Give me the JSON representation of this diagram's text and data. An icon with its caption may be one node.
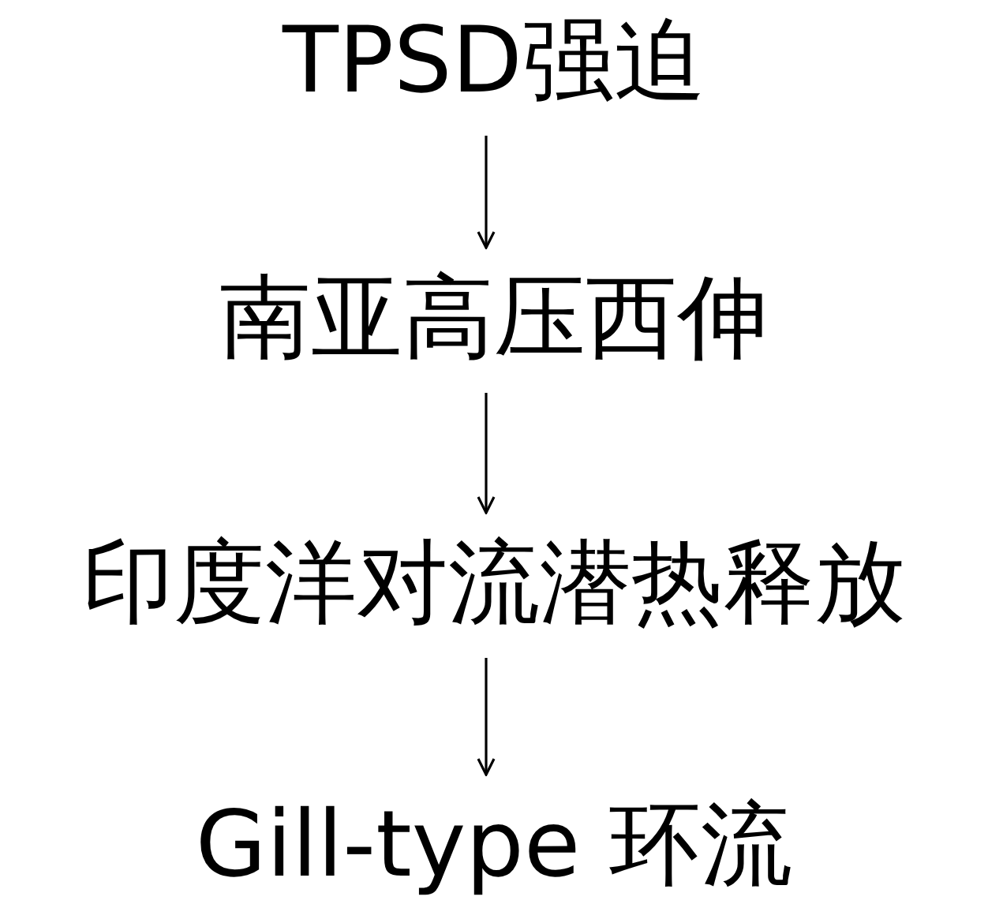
{
  "diagram": {
    "nodes": [
      {
        "text": [
          "TPSD强迫"
        ]
      },
      {
        "text": [
          "南亚高压西伸"
        ]
      },
      {
        "text": [
          "印度洋对流潜热释放"
        ]
      },
      {
        "text": [
          "Gill-type 环流"
        ]
      }
    ],
    "edges": [
      {
        "from": 0,
        "to": 1,
        "arrow": "to"
      },
      {
        "from": 1,
        "to": 2,
        "arrow": "to"
      },
      {
        "from": 2,
        "to": 3,
        "arrow": "to"
      }
    ]
  }
}
